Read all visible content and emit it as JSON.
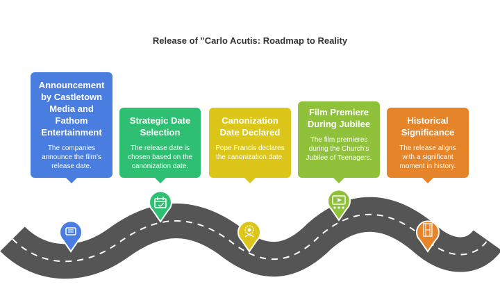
{
  "title": "Release of \"Carlo Acutis: Roadmap to Reality",
  "milestones": [
    {
      "title": "Announcement by Castletown Media and Fathom Entertainment",
      "description": "The companies announce the film's release date.",
      "color": "#4a7de0",
      "icon": "ticket-icon"
    },
    {
      "title": "Strategic Date Selection",
      "description": "The release date is chosen based on the canonization date.",
      "color": "#2fbf73",
      "icon": "calendar-icon"
    },
    {
      "title": "Canonization Date Declared",
      "description": "Pope Francis declares the canonization date.",
      "color": "#dcc61a",
      "icon": "saint-icon"
    },
    {
      "title": "Film Premiere During Jubilee",
      "description": "The film premieres during the Church's Jubilee of Teenagers.",
      "color": "#8fc13a",
      "icon": "film-premiere-icon"
    },
    {
      "title": "Historical Significance",
      "description": "The release aligns with a significant moment in history.",
      "color": "#e58428",
      "icon": "film-strip-icon"
    }
  ]
}
